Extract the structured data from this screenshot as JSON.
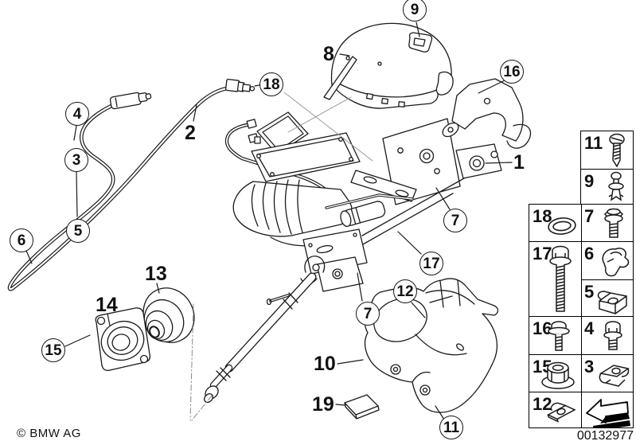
{
  "colors": {
    "line_art": "#1a1a1a",
    "background": "#ffffff"
  },
  "callouts": {
    "circles": [
      "9",
      "18",
      "16",
      "4",
      "3",
      "5",
      "6",
      "7",
      "17",
      "12",
      "7",
      "15",
      "11"
    ],
    "plain": [
      "8",
      "2",
      "1",
      "13",
      "14",
      "10",
      "19"
    ]
  },
  "legend": {
    "right_column": [
      {
        "number": "11",
        "icon": "tapping-screw-icon"
      },
      {
        "number": "9",
        "icon": "expansion-rivet-icon"
      },
      {
        "number": "7",
        "icon": "hex-flange-bolt-icon"
      },
      {
        "number": "6",
        "icon": "spring-clip-icon"
      },
      {
        "number": "5",
        "icon": "cage-nut-icon"
      },
      {
        "number": "4",
        "icon": "hex-bolt-icon"
      },
      {
        "number": "3",
        "icon": "clamp-clip-icon"
      },
      {
        "number": "",
        "icon": "direction-arrow-icon"
      }
    ],
    "left_column": [
      {
        "number": "18",
        "icon": "o-ring-icon"
      },
      {
        "number": "17",
        "icon": "long-hex-bolt-icon"
      },
      {
        "number": "16",
        "icon": "flange-bolt-icon"
      },
      {
        "number": "15",
        "icon": "flange-nut-icon"
      },
      {
        "number": "12",
        "icon": "speed-nut-icon"
      }
    ]
  },
  "footer": {
    "copyright": "© BMW AG",
    "image_number": "00132977"
  }
}
